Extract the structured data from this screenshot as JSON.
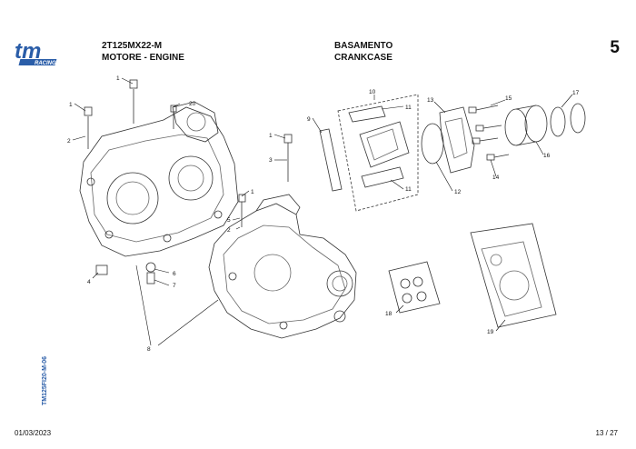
{
  "header": {
    "model_code": "2T125MX22-M",
    "group_name": "MOTORE - ENGINE",
    "section_it": "BASAMENTO",
    "section_en": "CRANKCASE",
    "section_number": "5"
  },
  "logo": {
    "brand_text": "tm",
    "sub_text": "RACING",
    "color": "#2a5da8"
  },
  "side_code": "TM125FI20-M-06",
  "footer": {
    "date": "01/03/2023",
    "page": "13 / 27"
  },
  "callouts": {
    "c1a": "1",
    "c1b": "1",
    "c1c": "1",
    "c1d": "1",
    "c2a": "2",
    "c2b": "2",
    "c3": "3",
    "c4": "4",
    "c5": "5",
    "c6": "6",
    "c7": "7",
    "c8": "8",
    "c9": "9",
    "c10": "10",
    "c11a": "11",
    "c11b": "11",
    "c12": "12",
    "c13": "13",
    "c14": "14",
    "c15": "15",
    "c16": "16",
    "c17": "17",
    "c18": "18",
    "c19": "19",
    "c20": "20"
  }
}
